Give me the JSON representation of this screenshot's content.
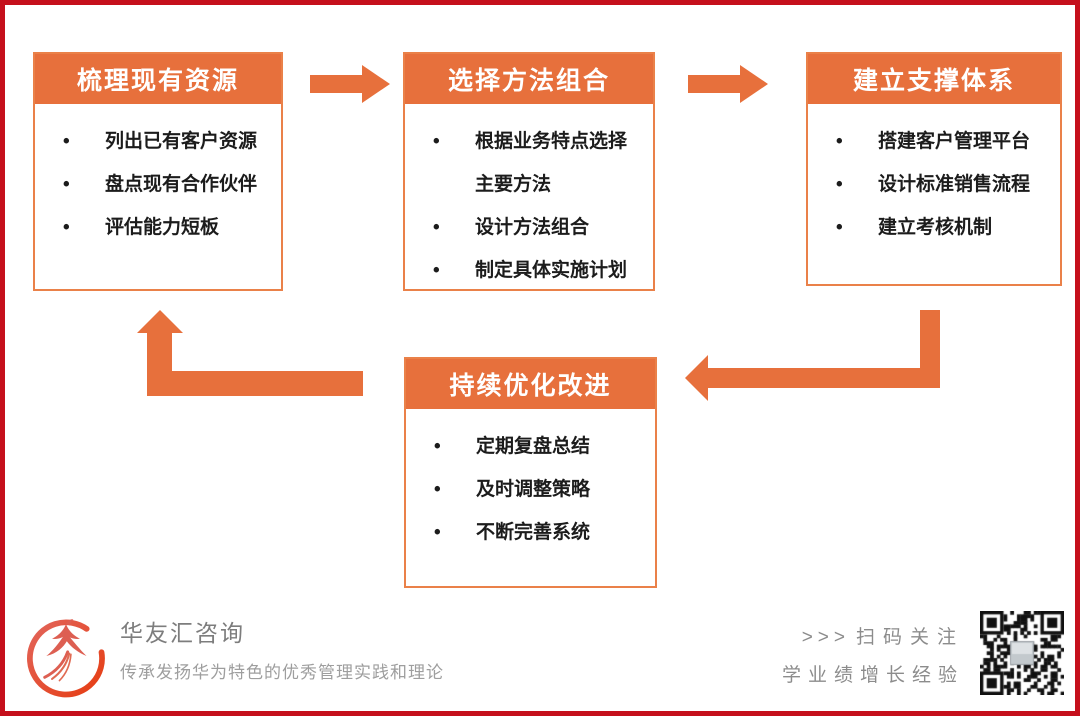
{
  "colors": {
    "accent_orange": "#e7703c",
    "box_border_orange": "#ea8149",
    "frame_red": "#c5101c",
    "bullet_text": "#1c1c1c",
    "footer_gray": "#7d7d7d",
    "footer_light_gray": "#9e9e9e"
  },
  "flow": {
    "steps": [
      {
        "title": "梳理现有资源",
        "items": [
          "列出已有客户资源",
          "盘点现有合作伙伴",
          "评估能力短板"
        ]
      },
      {
        "title": "选择方法组合",
        "items": [
          "根据业务特点选择主要方法",
          "设计方法组合",
          "制定具体实施计划"
        ]
      },
      {
        "title": "建立支撑体系",
        "items": [
          "搭建客户管理平台",
          "设计标准销售流程",
          "建立考核机制"
        ]
      },
      {
        "title": "持续优化改进",
        "items": [
          "定期复盘总结",
          "及时调整策略",
          "不断完善系统"
        ]
      }
    ]
  },
  "footer": {
    "brand_name": "华友汇咨询",
    "brand_tagline": "传承发扬华为特色的优秀管理实践和理论",
    "qr_caption_arrows": ">>>",
    "qr_caption_line1": "扫码关注",
    "qr_caption_line2": "学业绩增长经验"
  }
}
